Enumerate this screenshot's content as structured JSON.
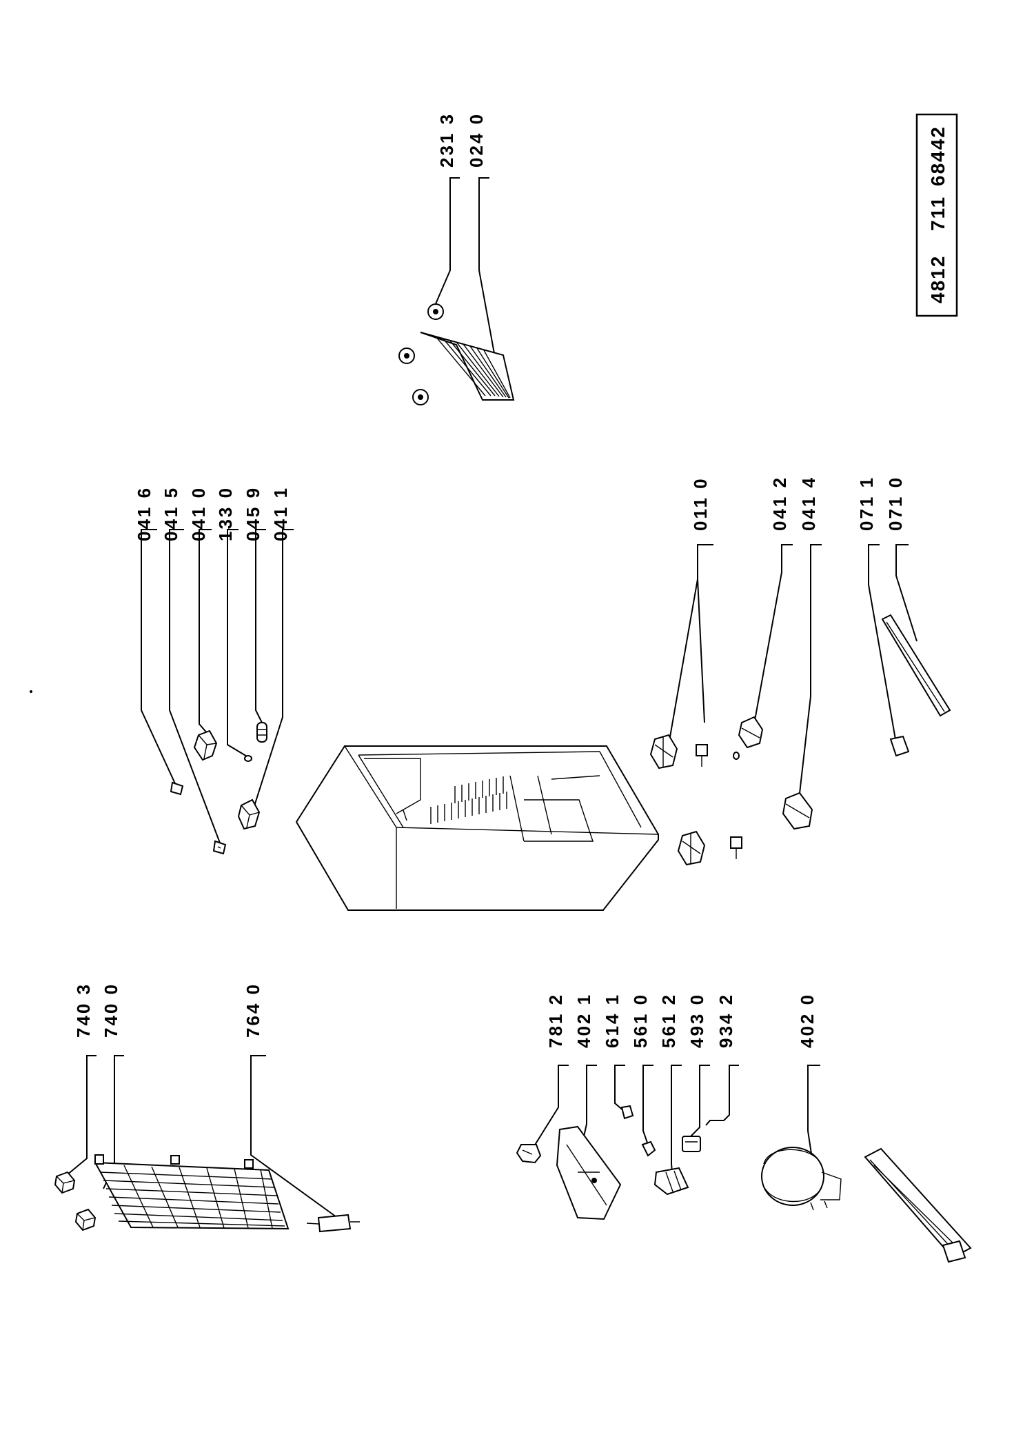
{
  "document_code": [
    "4812",
    "711",
    "68442"
  ],
  "labels": {
    "c7403": "740 3",
    "c7400": "740 0",
    "c7640": "764 0",
    "c0416": "041 6",
    "c0415": "041 5",
    "c0410": "041 0",
    "c1330": "133 0",
    "c0459": "045 9",
    "c0411": "041 1",
    "c2313": "231 3",
    "c0240": "024 0",
    "c7812": "781 2",
    "c4021": "402 1",
    "c6141": "614 1",
    "c5610": "561 0",
    "c5612": "561 2",
    "c4930": "493 0",
    "c9342": "934 2",
    "c4020": "402 0",
    "c0110": "011 0",
    "c0412": "041 2",
    "c0414": "041 4",
    "c0711": "071 1",
    "c0710": "071 0"
  }
}
